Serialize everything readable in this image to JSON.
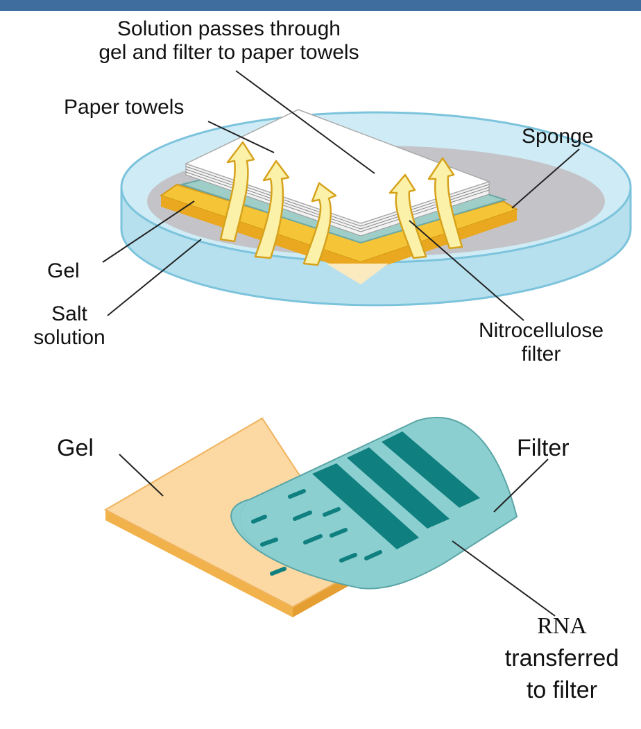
{
  "top_diagram": {
    "solution_label": [
      "Solution passes through",
      "gel and filter to paper towels"
    ],
    "paper_towels_label": "Paper towels",
    "sponge_label": "Sponge",
    "gel_label": "Gel",
    "salt_label": [
      "Salt",
      "solution"
    ],
    "nitro_label": [
      "Nitrocellulose",
      "filter"
    ]
  },
  "bottom_diagram": {
    "gel_label": "Gel",
    "filter_label": "Filter",
    "rna_label": [
      "RNA",
      "transferred",
      "to filter"
    ]
  },
  "colors": {
    "header_band": "#3f6d9e",
    "dish_fill": "#c9e8f4",
    "dish_edge": "#7cc3dc",
    "gel_yellow": "#f6c537",
    "gel_orange": "#e9a820",
    "arrow_fill": "#fbf1a8",
    "arrow_edge": "#d6a21c",
    "gel_sheet": "#fcd9a3",
    "gel_sheet_edge": "#efb35e",
    "filter_fill": "#8ccfd0",
    "filter_band": "#0f7f7f"
  }
}
